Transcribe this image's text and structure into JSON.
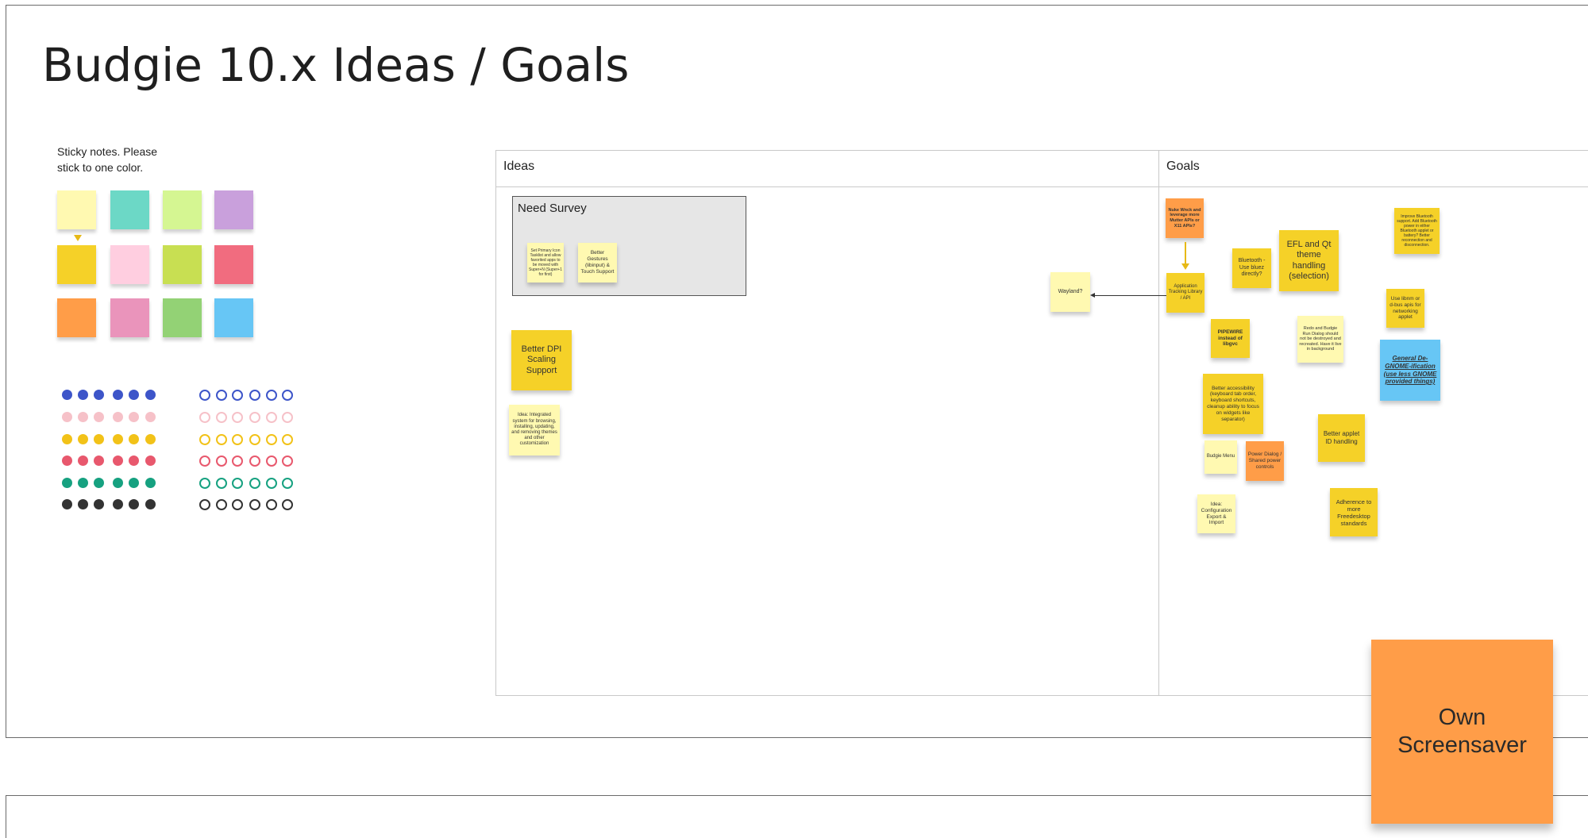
{
  "board": {
    "title": "Budgie 10.x Ideas / Goals",
    "palette_hint": "Sticky notes. Please stick to one color."
  },
  "palette": {
    "swatch_colors": [
      "#fff9b1",
      "#6cd8c6",
      "#d5f692",
      "#c9a0dc",
      "#f5d128",
      "#ffcee0",
      "#c8df52",
      "#f16c7f",
      "#ff9d48",
      "#ea94bb",
      "#93d275",
      "#67c6f5"
    ],
    "dot_colors": [
      "#3d55c9",
      "#f6c1c8",
      "#f2c218",
      "#e8586d",
      "#16a180",
      "#333333"
    ]
  },
  "table": {
    "ideas_label": "Ideas",
    "goals_label": "Goals"
  },
  "survey_group": {
    "title": "Need Survey"
  },
  "colors": {
    "light_yellow": "#fff9b1",
    "yellow": "#f5d128",
    "orange": "#ff9d48",
    "blue": "#67c6f5"
  },
  "notes": {
    "primary_icon_tasks": "Set Primary Icon Tasklist and allow favorited apps to be moved with Super+N (Super+1 for first)",
    "better_gestures": "Better Gestures (libinput) & Touch Support",
    "better_dpi": "Better DPI Scaling Support",
    "integrated_system": "Idea: Integrated system for browsing, installing, updating, and removing themes and other customization",
    "wayland": "Wayland?",
    "nuke_wnck": "Nuke Wnck and leverage more Mutter APIs or X11 APIs?",
    "app_tracking": "Application Tracking Library / API",
    "bluetooth_bluez": "Bluetooth - Use bluez directly?",
    "efl_qt": "EFL and Qt theme handling (selection)",
    "improve_bluetooth": "Improve Bluetooth support. Add Bluetooth power in either Bluetooth applet or battery? Better reconnection and disconnection.",
    "libnm": "Use libnm or d-bus apis for networking applet",
    "pipewire": "PIPEWIRE instead of libgvc",
    "raven_dialog": "Redo and Budgie Run Dialog should not be destroyed and recreated. Have it live in background",
    "degnome": "General De-GNOME-ification (use less GNOME provided things)",
    "accessibility": "Better accessibility (keyboard tab order, keyboard shortcuts, cleanup ability to focus on widgets like separator)",
    "applet_id": "Better applet ID handling",
    "budgie_menu": "Budgie Menu",
    "power_dialog": "Power Dialog / Shared power controls",
    "config_export": "Idea: Configuration Export & Import",
    "freedesktop": "Adherence to more Freedesktop standards",
    "screensaver": "Own Screensaver"
  }
}
